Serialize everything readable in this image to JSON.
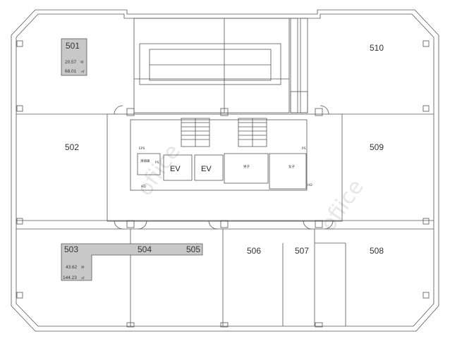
{
  "rooms": {
    "r501": "501",
    "r502": "502",
    "r503": "503",
    "r504": "504",
    "r505": "505",
    "r506": "506",
    "r507": "507",
    "r508": "508",
    "r509": "509",
    "r510": "510"
  },
  "area_501": {
    "tsubo": "20.57",
    "tsubo_unit": "坪",
    "sqm": "68.01",
    "sqm_unit": "㎡"
  },
  "area_503": {
    "tsubo": "43.62",
    "tsubo_unit": "坪",
    "sqm": "144.23",
    "sqm_unit": "㎡"
  },
  "elevators": [
    "EV",
    "EV"
  ],
  "core_labels": {
    "storage": "清掃庫",
    "ps": "PS",
    "eps": "EPS",
    "hd": "HD",
    "wc_m": "男子",
    "wc_f": "女子",
    "ps_right": "PS",
    "hd_right": "HD"
  },
  "watermarks": [
    "ofiice",
    "ofiice"
  ],
  "colors": {
    "line": "#555555",
    "highlight": "#c8c8c8",
    "watermark": "#e6e6e6"
  }
}
